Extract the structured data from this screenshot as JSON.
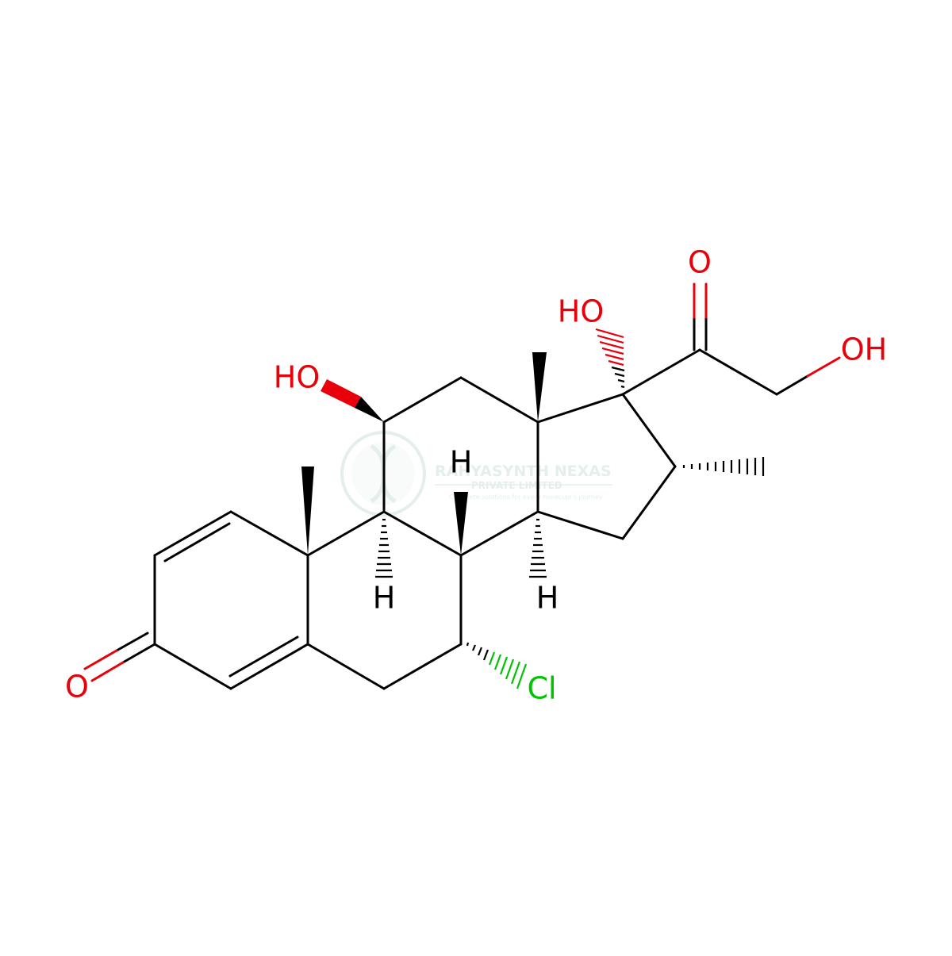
{
  "diagram": {
    "atoms": {
      "o_ketone": "O",
      "ho_11": "HO",
      "ho_17": "HO",
      "o_20": "O",
      "oh_21": "OH",
      "cl_7": "Cl",
      "h_8": "H",
      "h_9": "H",
      "h_14": "H"
    },
    "colors": {
      "bond": "#000000",
      "oxygen": "#e8000b",
      "chlorine": "#00c400",
      "watermark": "#2e8b57"
    }
  },
  "watermark": {
    "company": "RAHYASYNTH NEXAS",
    "subtitle": "PRIVATE LIMITED",
    "tagline": "Complete solutions for every molecule's journey"
  }
}
